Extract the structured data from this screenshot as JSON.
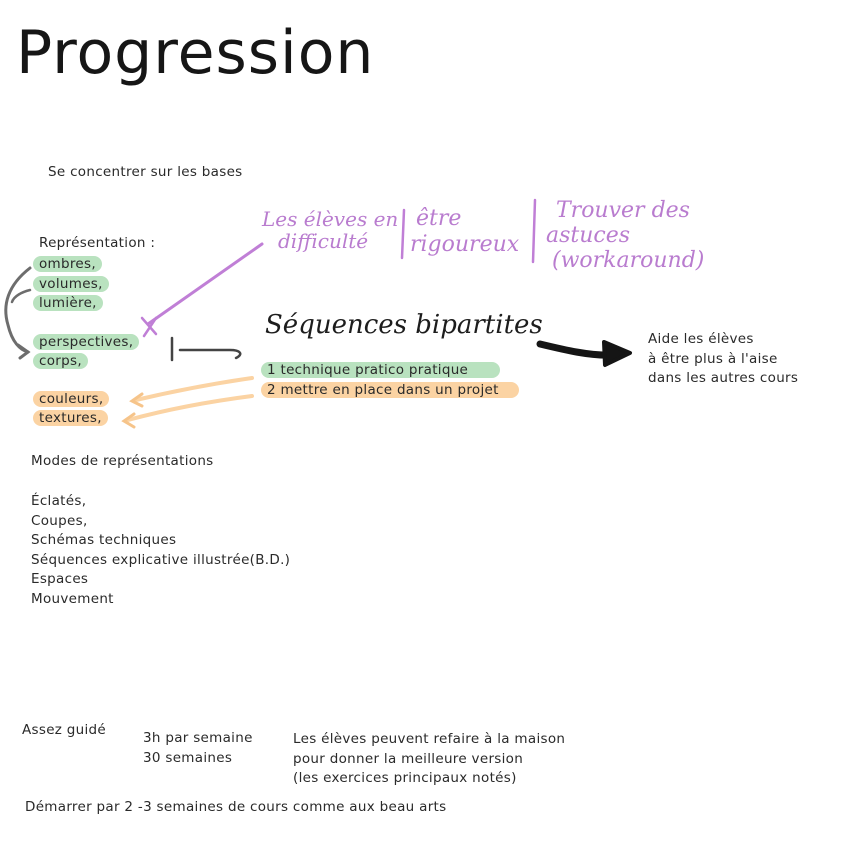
{
  "title": "Progression",
  "subtitle": "Se concentrer sur les bases",
  "representation": {
    "heading": "Représentation :",
    "green_items": [
      "ombres,",
      "volumes,",
      "lumière,",
      "perspectives,",
      "corps,"
    ],
    "orange_items": [
      "couleurs,",
      "textures,"
    ]
  },
  "handwritten": {
    "col1_line1": "Les élèves en",
    "col1_line2": "difficulté",
    "col2_line1": "être",
    "col2_line2": "rigoureux",
    "col3_line1": "Trouver des",
    "col3_line2": "astuces",
    "col3_line3": "(workaround)",
    "center_label": "Séquences bipartites"
  },
  "sequences": {
    "item1": "1 technique pratico pratique",
    "item2": "2 mettre en place dans un projet"
  },
  "aide": [
    "Aide les élèves",
    "à être plus à l'aise",
    "dans les autres cours"
  ],
  "modes": {
    "heading": "Modes de représentations",
    "items": [
      "Éclatés,",
      "Coupes,",
      "Schémas techniques",
      "Séquences explicative illustrée(B.D.)",
      "Espaces",
      "Mouvement"
    ]
  },
  "footer": {
    "guided": "Assez guidé",
    "hours": "3h par semaine",
    "weeks": "30 semaines",
    "note_lines": [
      "Les élèves peuvent refaire à la maison",
      "pour donner la meilleure version",
      "(les exercices principaux notés)"
    ],
    "start": "Démarrer par 2 -3 semaines de cours comme aux beau arts"
  },
  "colors": {
    "ink": "#1a1a1a",
    "purple": "#c07fd6",
    "green_highlight": "#b9e2bf",
    "orange_highlight": "#fbd3a3",
    "gray_arrow": "#6d6d6d"
  }
}
